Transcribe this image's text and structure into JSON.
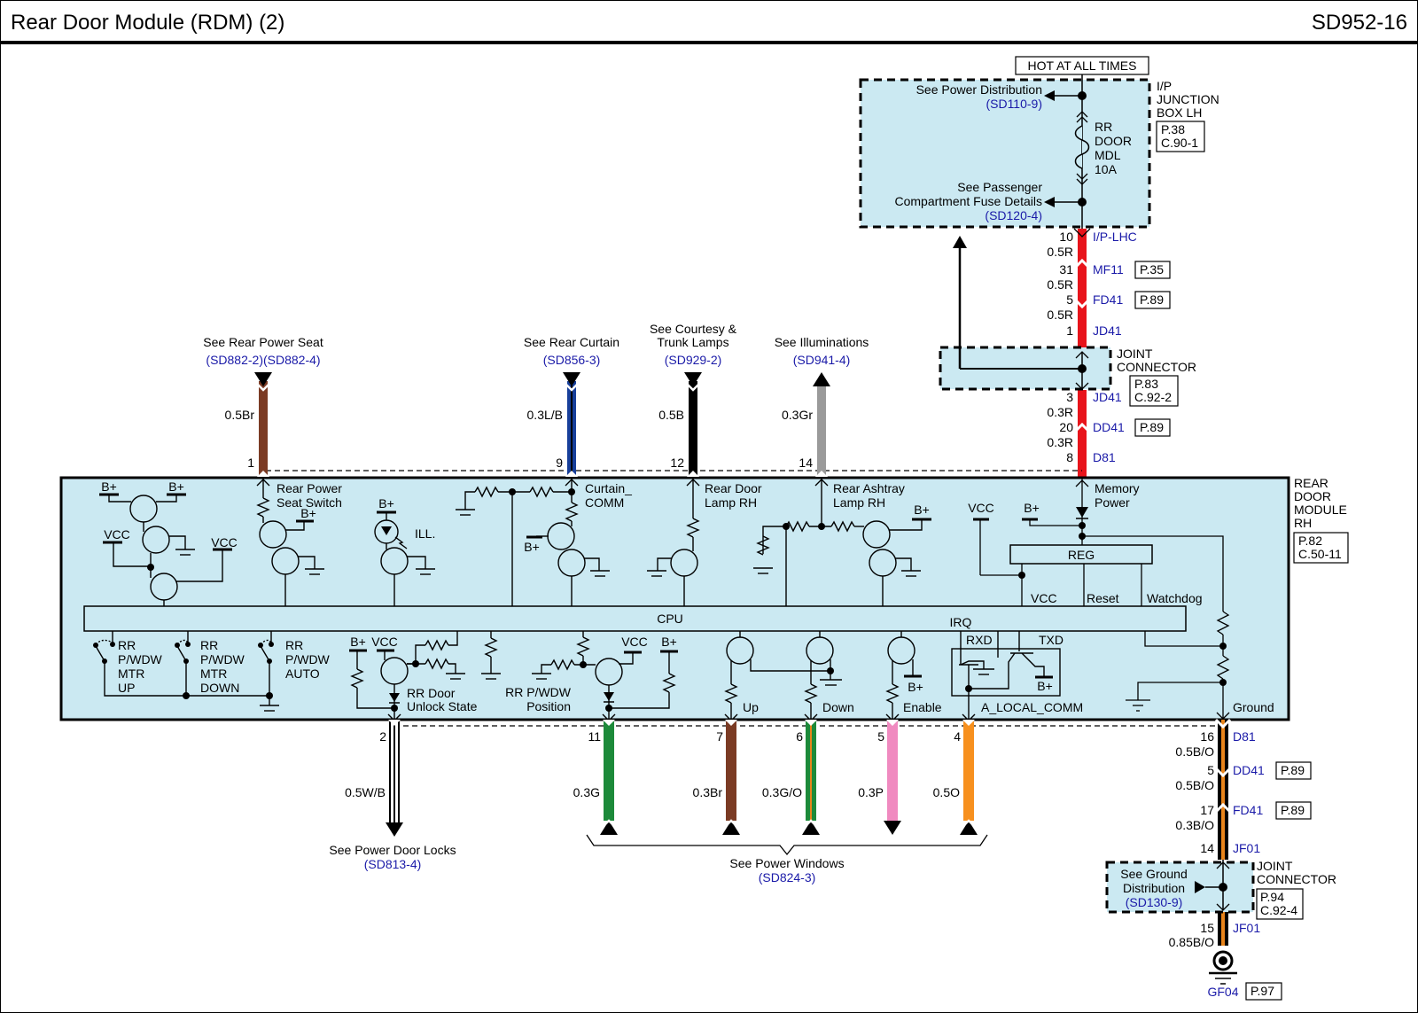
{
  "header": {
    "title": "Rear Door Module (RDM) (2)",
    "code": "SD952-16"
  },
  "power": {
    "hot_label": "HOT AT ALL TIMES",
    "junction_box": {
      "name_lines": [
        "I/P",
        "JUNCTION",
        "BOX LH"
      ],
      "page": "P.38",
      "conn": "C.90-1"
    },
    "see_power_dist": "See Power Distribution",
    "see_power_dist_ref": "(SD110-9)",
    "fuse_lines": [
      "RR",
      "DOOR",
      "MDL",
      "10A"
    ],
    "see_pass_fuse_1": "See Passenger",
    "see_pass_fuse_2": "Compartment Fuse Details",
    "see_pass_fuse_ref": "(SD120-4)",
    "chain": [
      {
        "pin": "10",
        "conn": "I/P-LHC",
        "wire": "0.5R",
        "page": ""
      },
      {
        "pin": "31",
        "conn": "MF11",
        "wire": "0.5R",
        "page": "P.35"
      },
      {
        "pin": "5",
        "conn": "FD41",
        "wire": "0.5R",
        "page": "P.89"
      },
      {
        "pin": "1",
        "conn": "JD41",
        "wire": "",
        "page": ""
      },
      {
        "pin": "3",
        "conn": "JD41",
        "wire": "0.3R",
        "page": ""
      },
      {
        "pin": "20",
        "conn": "DD41",
        "wire": "0.3R",
        "page": "P.89"
      },
      {
        "pin": "8",
        "conn": "D81",
        "wire": "",
        "page": ""
      }
    ],
    "joint_connector": {
      "name_lines": [
        "JOINT",
        "CONNECTOR"
      ],
      "page": "P.83",
      "conn": "C.92-2"
    },
    "wire_color": "#e8141b"
  },
  "top_wires": [
    {
      "pin": "1",
      "wire": "0.5Br",
      "color": "#7b3b24",
      "see": [
        "See Rear Power Seat"
      ],
      "ref": "(SD882-2)(SD882-4)",
      "dir": "down",
      "internal": [
        "Rear Power",
        "Seat Switch"
      ]
    },
    {
      "pin": "9",
      "wire": "0.3L/B",
      "color": "#173f9a",
      "stripe": "#000000",
      "see": [
        "See Rear Curtain"
      ],
      "ref": "(SD856-3)",
      "dir": "down",
      "internal": [
        "Curtain_",
        "COMM"
      ]
    },
    {
      "pin": "12",
      "wire": "0.5B",
      "color": "#000000",
      "see": [
        "See Courtesy &",
        "Trunk Lamps"
      ],
      "ref": "(SD929-2)",
      "dir": "down",
      "internal": [
        "Rear Door",
        "Lamp RH"
      ]
    },
    {
      "pin": "14",
      "wire": "0.3Gr",
      "color": "#9a9a9a",
      "see": [
        "See Illuminations"
      ],
      "ref": "(SD941-4)",
      "dir": "up",
      "internal": [
        "Rear Ashtray",
        "Lamp RH"
      ]
    }
  ],
  "module": {
    "name_lines": [
      "REAR",
      "DOOR",
      "MODULE",
      "RH"
    ],
    "page": "P.82",
    "conn": "C.50-11",
    "fill": "#cbe9f2",
    "cpu_label": "CPU",
    "irq_label": "IRQ",
    "reg_label": "REG",
    "reg_outputs": [
      "VCC",
      "Reset",
      "Watchdog"
    ],
    "memory_power": [
      "Memory",
      "Power"
    ],
    "ill_label": "ILL.",
    "vcc": "VCC",
    "bplus": "B+",
    "switches": [
      [
        "RR",
        "P/WDW",
        "MTR",
        "UP"
      ],
      [
        "RR",
        "P/WDW",
        "MTR",
        "DOWN"
      ],
      [
        "RR",
        "P/WDW",
        "AUTO"
      ]
    ],
    "rr_door_unlock": [
      "RR Door",
      "Unlock State"
    ],
    "rr_pwdw_position": [
      "RR P/WDW",
      "Position"
    ],
    "up": "Up",
    "down": "Down",
    "enable": "Enable",
    "a_local_comm": "A_LOCAL_COMM",
    "rxd": "RXD",
    "txd": "TXD",
    "ground": "Ground"
  },
  "bottom_wires": [
    {
      "pin": "2",
      "wire": "0.5W/B",
      "color": "#ffffff",
      "dir": "down"
    },
    {
      "pin": "11",
      "wire": "0.3G",
      "color": "#1d8a3a",
      "dir": "up"
    },
    {
      "pin": "7",
      "wire": "0.3Br",
      "color": "#7b3b24",
      "dir": "up"
    },
    {
      "pin": "6",
      "wire": "0.3G/O",
      "color": "#1d8a3a",
      "stripe": "#e8841b",
      "dir": "up"
    },
    {
      "pin": "5",
      "wire": "0.3P",
      "color": "#f08ac0",
      "dir": "down"
    },
    {
      "pin": "4",
      "wire": "0.5O",
      "color": "#f7901e",
      "dir": "up"
    }
  ],
  "door_locks": {
    "see": "See Power Door Locks",
    "ref": "(SD813-4)"
  },
  "power_windows": {
    "see": "See Power Windows",
    "ref": "(SD824-3)"
  },
  "ground": {
    "chain": [
      {
        "pin": "16",
        "conn": "D81",
        "wire": "0.5B/O",
        "page": ""
      },
      {
        "pin": "5",
        "conn": "DD41",
        "wire": "0.5B/O",
        "page": "P.89"
      },
      {
        "pin": "17",
        "conn": "FD41",
        "wire": "0.3B/O",
        "page": "P.89"
      },
      {
        "pin": "14",
        "conn": "JF01",
        "wire": "",
        "page": ""
      },
      {
        "pin": "15",
        "conn": "JF01",
        "wire": "0.85B/O",
        "page": ""
      }
    ],
    "see_ground_1": "See Ground",
    "see_ground_2": "Distribution",
    "see_ground_ref": "(SD130-9)",
    "joint_connector": {
      "name_lines": [
        "JOINT",
        "CONNECTOR"
      ],
      "page": "P.94",
      "conn": "C.92-4"
    },
    "ground_point": "GF04",
    "ground_page": "P.97",
    "wire_color": "#000000",
    "stripe_color": "#e8841b"
  }
}
